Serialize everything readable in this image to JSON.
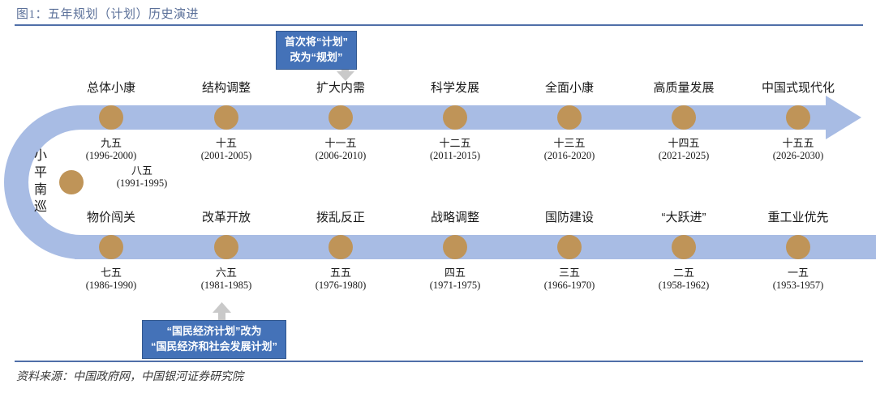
{
  "header": {
    "title": "图1：五年规划（计划）历史演进",
    "title_color": "#5b7099",
    "rule_color": "#4f6fa8"
  },
  "footer": {
    "source": "资料来源：中国政府网，中国银河证券研究院"
  },
  "palette": {
    "band": "#a8bce4",
    "dot": "#bf9458",
    "callout_fill": "#4472b8",
    "callout_text": "#ffffff",
    "arrow_gray": "#c9c9c9"
  },
  "side_label": {
    "name": "小平南巡",
    "chars": [
      "小",
      "平",
      "南",
      "巡"
    ]
  },
  "callouts": [
    {
      "id": "callout-top",
      "lines": [
        "首次将“计划”",
        "改为“规划”"
      ],
      "arrow_direction": "down"
    },
    {
      "id": "callout-bottom",
      "lines": [
        "“国民经济计划”改为",
        "“国民经济和社会发展计划”"
      ],
      "arrow_direction": "up"
    }
  ],
  "timeline": {
    "top_row": {
      "direction": "left-to-right",
      "has_arrowhead": true,
      "nodes": [
        {
          "title": "总体小康",
          "plan": "九五",
          "years": "(1996-2000)"
        },
        {
          "title": "结构调整",
          "plan": "十五",
          "years": "(2001-2005)"
        },
        {
          "title": "扩大内需",
          "plan": "十一五",
          "years": "(2006-2010)"
        },
        {
          "title": "科学发展",
          "plan": "十二五",
          "years": "(2011-2015)"
        },
        {
          "title": "全面小康",
          "plan": "十三五",
          "years": "(2016-2020)"
        },
        {
          "title": "高质量发展",
          "plan": "十四五",
          "years": "(2021-2025)"
        },
        {
          "title": "中国式现代化",
          "plan": "十五五",
          "years": "(2026-2030)"
        }
      ]
    },
    "turn_node": {
      "title": "",
      "plan": "八五",
      "years": "(1991-1995)"
    },
    "bottom_row": {
      "direction": "right-to-left",
      "has_arrowhead": false,
      "nodes": [
        {
          "title": "物价闯关",
          "plan": "七五",
          "years": "(1986-1990)"
        },
        {
          "title": "改革开放",
          "plan": "六五",
          "years": "(1981-1985)"
        },
        {
          "title": "拨乱反正",
          "plan": "五五",
          "years": "(1976-1980)"
        },
        {
          "title": "战略调整",
          "plan": "四五",
          "years": "(1971-1975)"
        },
        {
          "title": "国防建设",
          "plan": "三五",
          "years": "(1966-1970)"
        },
        {
          "title": "“大跃进”",
          "plan": "二五",
          "years": "(1958-1962)"
        },
        {
          "title": "重工业优先",
          "plan": "一五",
          "years": "(1953-1957)"
        }
      ]
    }
  }
}
